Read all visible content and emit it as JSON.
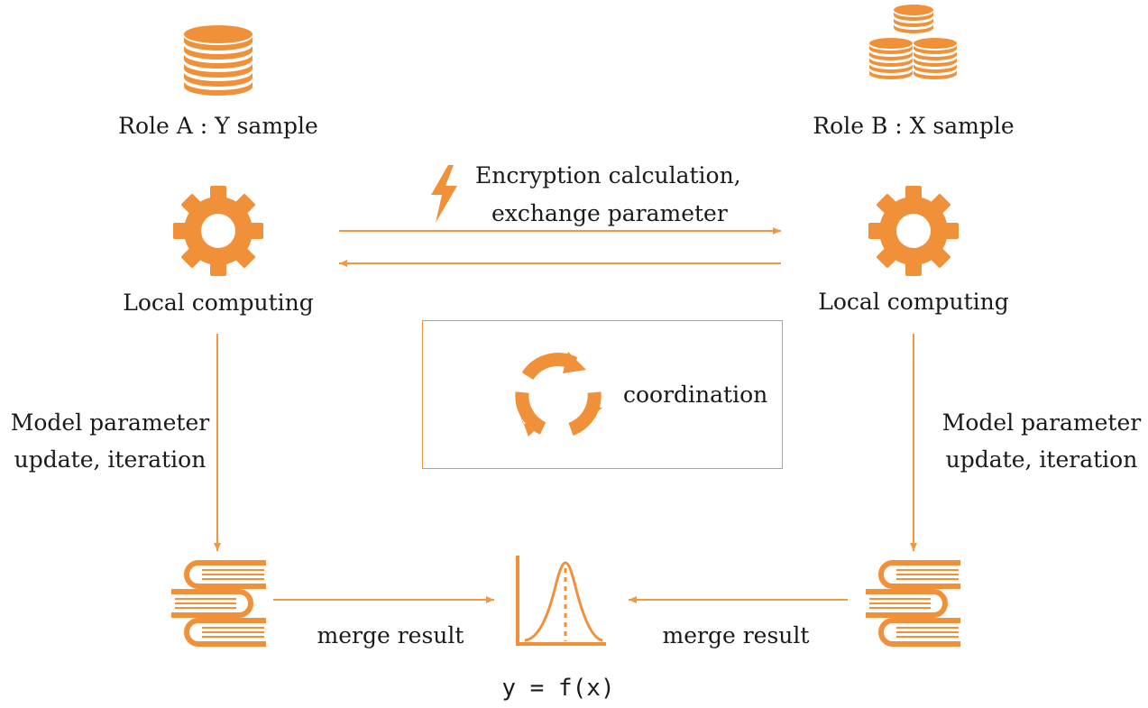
{
  "colors": {
    "accent": "#f0913a",
    "line": "#ef9845",
    "text": "#1a1a1a"
  },
  "icons": {
    "role_a": "database-stack-icon",
    "role_b": "distributed-database-icon",
    "local_a": "gear-icon",
    "local_b": "gear-icon",
    "encryption": "lightning-bolt-icon",
    "coordination": "refresh-cycle-icon",
    "result_a": "book-stack-icon",
    "result_b": "book-stack-icon",
    "merged": "distribution-curve-icon"
  },
  "role_a": {
    "title": "Role A : Y sample",
    "computing": "Local computing",
    "update_line1": "Model parameter",
    "update_line2": "update, iteration",
    "merge": "merge result"
  },
  "role_b": {
    "title": "Role B : X sample",
    "computing": "Local computing",
    "update_line1": "Model parameter",
    "update_line2": "update, iteration",
    "merge": "merge result"
  },
  "exchange": {
    "line1": "Encryption calculation,",
    "line2": "exchange parameter"
  },
  "coordination": {
    "label": "coordination"
  },
  "result": {
    "formula": "y = f(x)"
  }
}
